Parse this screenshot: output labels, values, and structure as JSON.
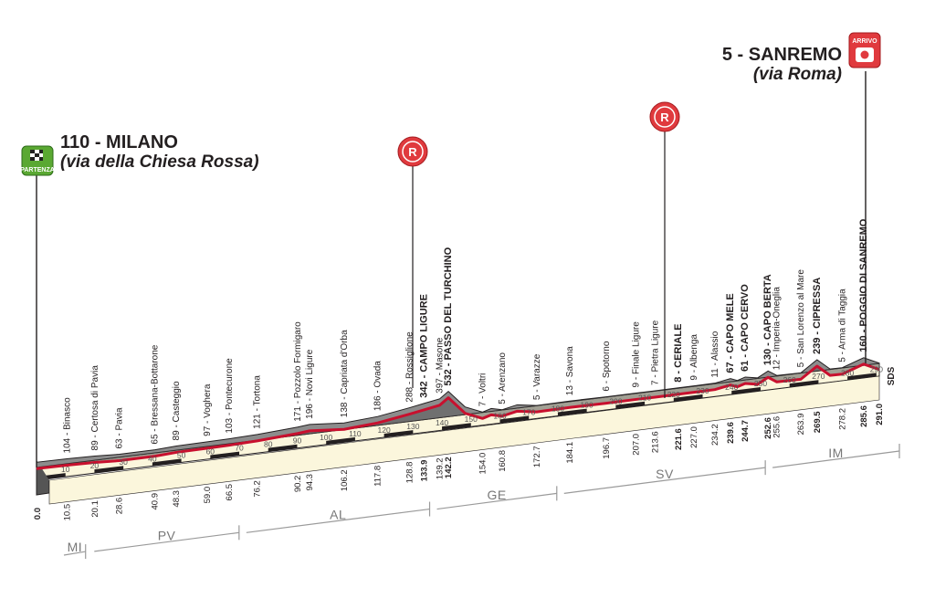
{
  "start": {
    "label": "110 - MILANO",
    "sublabel": "(via della Chiesa Rossa)",
    "badge": "PARTENZA"
  },
  "finish": {
    "label": "5 - SANREMO",
    "sublabel": "(via Roma)",
    "badge": "ARRIVO"
  },
  "refuel_badge": "R",
  "sds_label": "SDS",
  "theme": {
    "profile_fill": "#8c8c8c",
    "route_line": "#c8102e",
    "badge_red": "#e03a3e",
    "badge_green": "#5aa832"
  },
  "waypoints": [
    {
      "name": "104 - Binasco",
      "dist": "10.5",
      "bold": false
    },
    {
      "name": "89 - Certosa di Pavia",
      "dist": "20.1",
      "bold": false
    },
    {
      "name": "63 - Pavia",
      "dist": "28.6",
      "bold": false
    },
    {
      "name": "65 - Bressana-Bottarone",
      "dist": "40.9",
      "bold": false
    },
    {
      "name": "89 - Casteggio",
      "dist": "48.3",
      "bold": false
    },
    {
      "name": "97 - Voghera",
      "dist": "59.0",
      "bold": false
    },
    {
      "name": "103 - Pontecurone",
      "dist": "66.5",
      "bold": false
    },
    {
      "name": "121 - Tortona",
      "dist": "76.2",
      "bold": false
    },
    {
      "name": "171 - Pozzolo Formigaro",
      "dist": "90.2",
      "bold": false
    },
    {
      "name": "196 - Novi Ligure",
      "dist": "94.3",
      "bold": false
    },
    {
      "name": "138 - Capriata d'Orba",
      "dist": "106.2",
      "bold": false
    },
    {
      "name": "186 - Ovada",
      "dist": "117.8",
      "bold": false
    },
    {
      "name": "288 - Rossiglione",
      "dist": "128.8",
      "bold": false
    },
    {
      "name": "342 - CAMPO LIGURE",
      "dist": "133.9",
      "bold": true
    },
    {
      "name": "397 - Masone",
      "dist": "139.2",
      "bold": false
    },
    {
      "name": "532 - PASSO DEL TURCHINO",
      "dist": "142.2",
      "bold": true
    },
    {
      "name": "7 - Voltri",
      "dist": "154.0",
      "bold": false
    },
    {
      "name": "5 - Arenzano",
      "dist": "160.8",
      "bold": false
    },
    {
      "name": "5 - Varazze",
      "dist": "172.7",
      "bold": false
    },
    {
      "name": "13 - Savona",
      "dist": "184.1",
      "bold": false
    },
    {
      "name": "6 - Spotorno",
      "dist": "196.7",
      "bold": false
    },
    {
      "name": "9 - Finale Ligure",
      "dist": "207.0",
      "bold": false
    },
    {
      "name": "7 - Pietra Ligure",
      "dist": "213.6",
      "bold": false
    },
    {
      "name": "8 - CERIALE",
      "dist": "221.6",
      "bold": true
    },
    {
      "name": "9 - Albenga",
      "dist": "227.0",
      "bold": false
    },
    {
      "name": "11 - Alassio",
      "dist": "234.2",
      "bold": false
    },
    {
      "name": "67 - CAPO MELE",
      "dist": "239.6",
      "bold": true
    },
    {
      "name": "61 - CAPO CERVO",
      "dist": "244.7",
      "bold": true
    },
    {
      "name": "130 - CAPO BERTA",
      "dist": "252.6",
      "bold": true
    },
    {
      "name": "12 - Imperia-Oneglia",
      "dist": "255.6",
      "bold": false
    },
    {
      "name": "5 - San Lorenzo al Mare",
      "dist": "263.9",
      "bold": false
    },
    {
      "name": "239 - CIPRESSA",
      "dist": "269.5",
      "bold": true
    },
    {
      "name": "5 - Arma di Taggia",
      "dist": "278.2",
      "bold": false
    },
    {
      "name": "160 - POGGIO DI SANREMO",
      "dist": "285.6",
      "bold": true
    }
  ],
  "start_dist": "0.0",
  "finish_dist": "291.0",
  "km_ticks": [
    "10",
    "20",
    "30",
    "40",
    "50",
    "60",
    "70",
    "80",
    "90",
    "100",
    "110",
    "120",
    "130",
    "140",
    "150",
    "160",
    "170",
    "180",
    "190",
    "200",
    "210",
    "220",
    "230",
    "240",
    "250",
    "260",
    "270",
    "280",
    "290"
  ],
  "regions": [
    "MI",
    "PV",
    "AL",
    "GE",
    "SV",
    "IM"
  ],
  "elevation_profile": {
    "unit_x": "km",
    "unit_y": "m",
    "points": [
      [
        0,
        110
      ],
      [
        10.5,
        104
      ],
      [
        20.1,
        89
      ],
      [
        28.6,
        63
      ],
      [
        40.9,
        65
      ],
      [
        48.3,
        89
      ],
      [
        59,
        97
      ],
      [
        66.5,
        103
      ],
      [
        76.2,
        121
      ],
      [
        90.2,
        171
      ],
      [
        94.3,
        196
      ],
      [
        106.2,
        138
      ],
      [
        117.8,
        186
      ],
      [
        128.8,
        288
      ],
      [
        133.9,
        342
      ],
      [
        139.2,
        397
      ],
      [
        142.2,
        532
      ],
      [
        148,
        160
      ],
      [
        154,
        7
      ],
      [
        157,
        60
      ],
      [
        160.8,
        5
      ],
      [
        166,
        70
      ],
      [
        172.7,
        5
      ],
      [
        184.1,
        13
      ],
      [
        196.7,
        6
      ],
      [
        207,
        9
      ],
      [
        213.6,
        7
      ],
      [
        221.6,
        8
      ],
      [
        227,
        9
      ],
      [
        234.2,
        11
      ],
      [
        239.6,
        67
      ],
      [
        242,
        10
      ],
      [
        244.7,
        61
      ],
      [
        249,
        12
      ],
      [
        252.6,
        130
      ],
      [
        255.6,
        12
      ],
      [
        263.9,
        5
      ],
      [
        269.5,
        239
      ],
      [
        274,
        10
      ],
      [
        278.2,
        5
      ],
      [
        285.6,
        160
      ],
      [
        291,
        5
      ]
    ]
  }
}
